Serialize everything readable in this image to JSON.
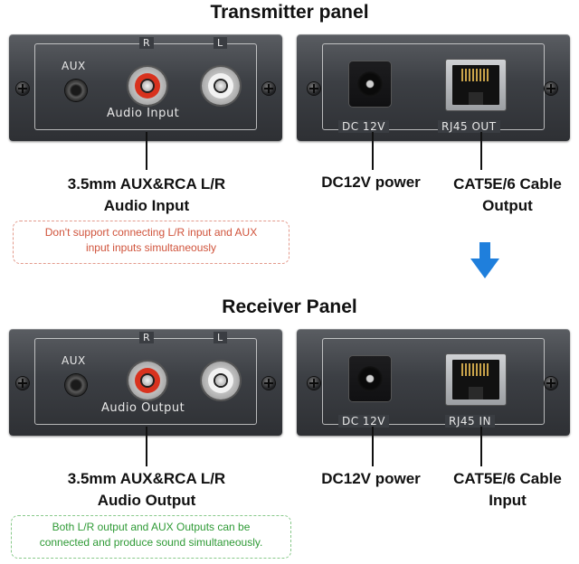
{
  "transmitter": {
    "title": "Transmitter panel",
    "audio_panel": {
      "aux_label": "AUX",
      "r_label": "R",
      "l_label": "L",
      "footer_label": "Audio Input"
    },
    "power_panel": {
      "dc_label": "DC 12V",
      "rj45_label": "RJ45 OUT"
    },
    "captions": {
      "audio": "3.5mm AUX&RCA L/R\nAudio Input",
      "power": "DC12V power",
      "cable": "CAT5E/6 Cable\nOutput"
    },
    "note": "Don't support connecting L/R input and AUX\ninput inputs simultaneously"
  },
  "receiver": {
    "title": "Receiver Panel",
    "audio_panel": {
      "aux_label": "AUX",
      "r_label": "R",
      "l_label": "L",
      "footer_label": "Audio Output"
    },
    "power_panel": {
      "dc_label": "DC 12V",
      "rj45_label": "RJ45 IN"
    },
    "captions": {
      "audio": "3.5mm AUX&RCA L/R\nAudio Output",
      "power": "DC12V power",
      "cable": "CAT5E/6 Cable\nInput"
    },
    "note": "Both L/R output and AUX Outputs can be\nconnected and produce sound simultaneously."
  },
  "colors": {
    "rca_red": "#d8321e",
    "rca_white": "#f2f2f2",
    "arrow_blue": "#1f7fdc",
    "note_red": "#d0533b",
    "note_green": "#2e9a35"
  },
  "icons": [
    "screw-icon",
    "rca-jack-icon",
    "aux-jack-icon",
    "dc-jack-icon",
    "rj45-port-icon",
    "arrow-down-icon"
  ]
}
